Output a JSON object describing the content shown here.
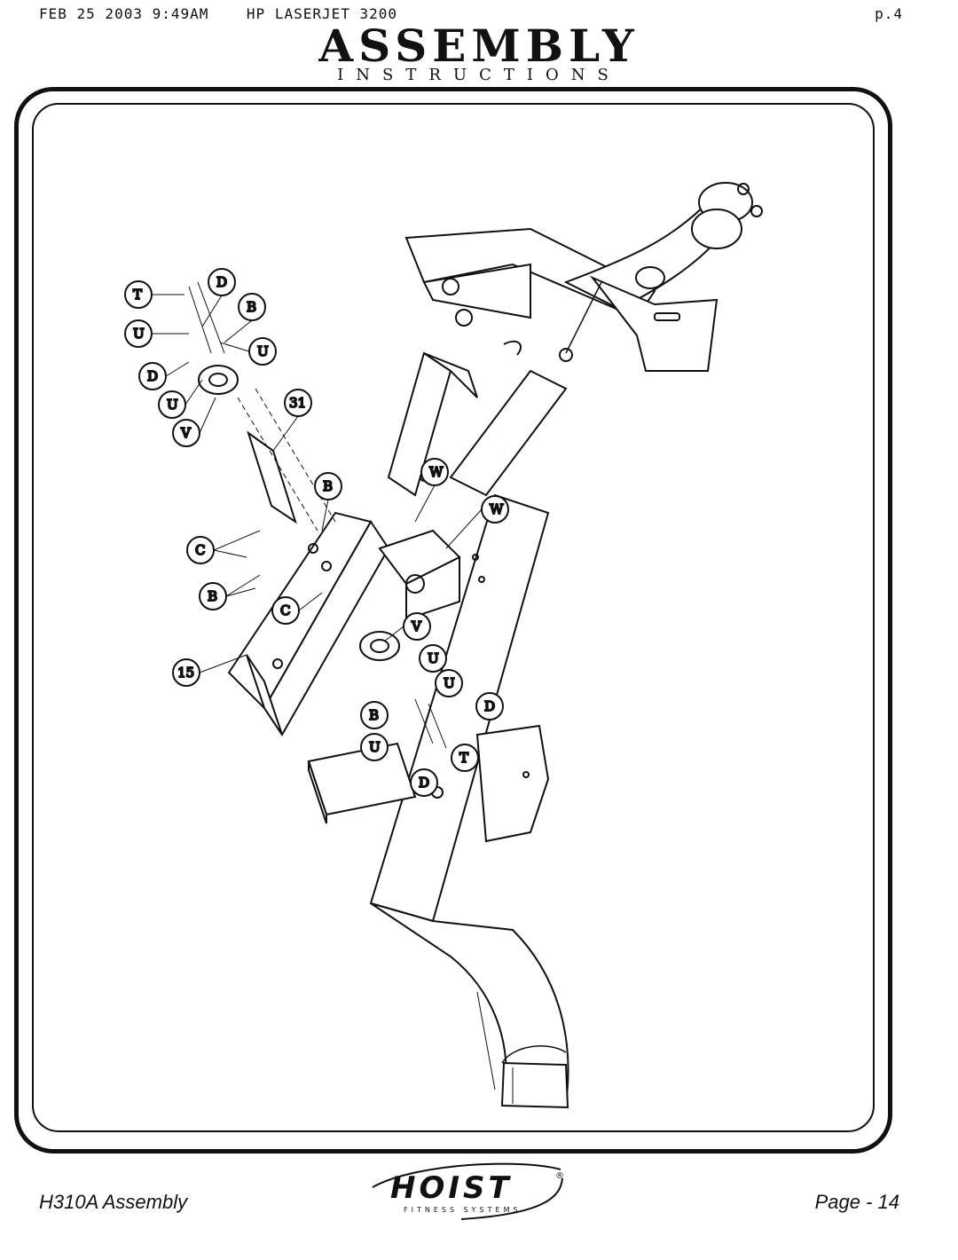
{
  "fax_header": {
    "left": "FEB 25 2003 9:49AM    HP LASERJET 3200",
    "right": "p.4"
  },
  "title": "ASSEMBLY",
  "subtitle": "INSTRUCTIONS",
  "callouts": [
    "T",
    "D",
    "B",
    "U",
    "U",
    "D",
    "U",
    "V",
    "31",
    "B",
    "W",
    "W",
    "C",
    "B",
    "C",
    "15",
    "V",
    "U",
    "U",
    "D",
    "B",
    "U",
    "T",
    "D"
  ],
  "footer": {
    "model": "H310A Assembly",
    "page": "Page - 14"
  },
  "logo": {
    "brand": "HOIST",
    "tagline": "FITNESS SYSTEMS",
    "mark": "®"
  }
}
